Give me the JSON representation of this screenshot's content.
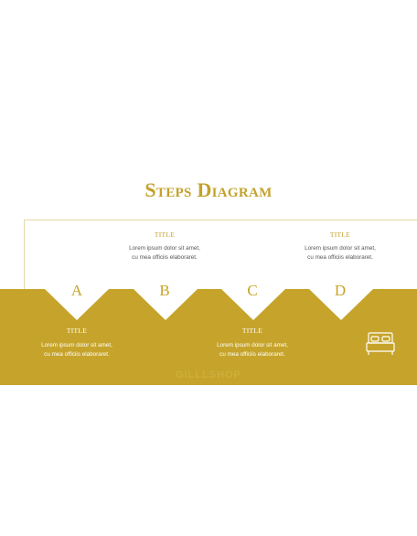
{
  "heading": "Steps Diagram",
  "steps": [
    {
      "letter": "A",
      "title": "TITLE",
      "text_line1": "Lorem ipsum dolor sit amet,",
      "text_line2": "cu mea officiis elaboraret."
    },
    {
      "letter": "B",
      "title": "TITLE",
      "text_line1": "Lorem ipsum dolor sit amet,",
      "text_line2": "cu mea officiis elaboraret."
    },
    {
      "letter": "C",
      "title": "TITLE",
      "text_line1": "Lorem ipsum dolor sit amet,",
      "text_line2": "cu mea officiis elaboraret."
    },
    {
      "letter": "D",
      "title": "TITLE",
      "text_line1": "Lorem ipsum dolor sit amet,",
      "text_line2": "cu mea officiis elaboraret."
    }
  ],
  "watermark": "GILLLSHOP",
  "icon": "bed-icon",
  "colors": {
    "gold": "#c6a42b",
    "gold_text": "#c4a12b",
    "text_dark": "#555555",
    "white": "#ffffff"
  }
}
